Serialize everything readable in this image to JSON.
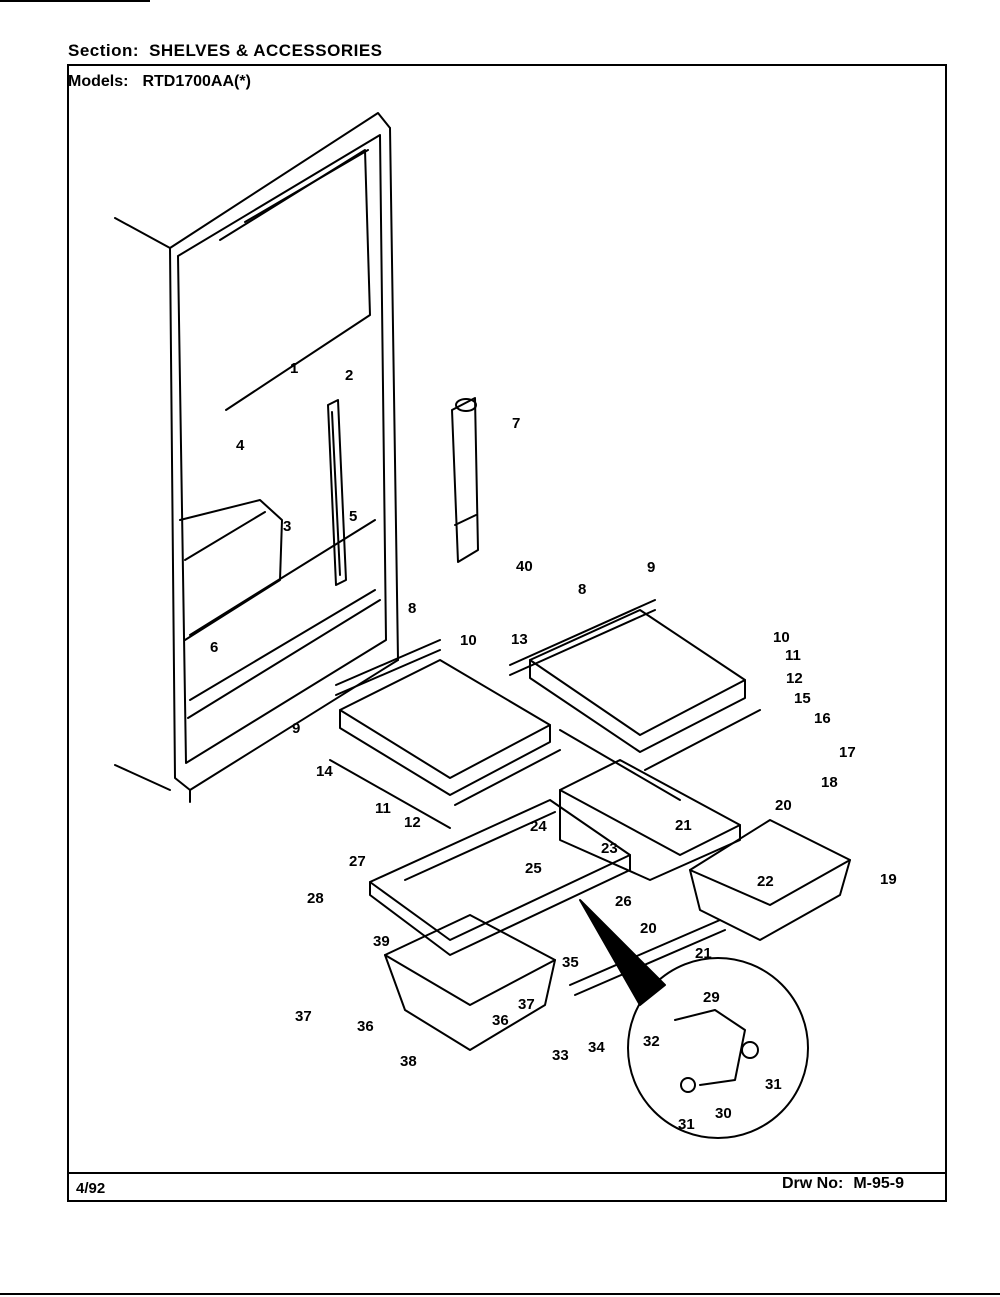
{
  "header": {
    "section_label": "Section:",
    "section_value": "SHELVES & ACCESSORIES",
    "models_label": "Models:",
    "models_value": "RTD1700AA(*)"
  },
  "footer": {
    "date": "4/92",
    "drawing_label": "Drw No:",
    "drawing_number": "M-95-9"
  },
  "callouts": [
    "1",
    "2",
    "3",
    "4",
    "5",
    "6",
    "7",
    "40",
    "8",
    "9",
    "10",
    "11",
    "12",
    "13",
    "14",
    "15",
    "16",
    "17",
    "18",
    "19",
    "20",
    "21",
    "22",
    "23",
    "24",
    "25",
    "26",
    "27",
    "28",
    "29",
    "30",
    "31",
    "32",
    "33",
    "34",
    "35",
    "36",
    "37",
    "38",
    "39"
  ]
}
